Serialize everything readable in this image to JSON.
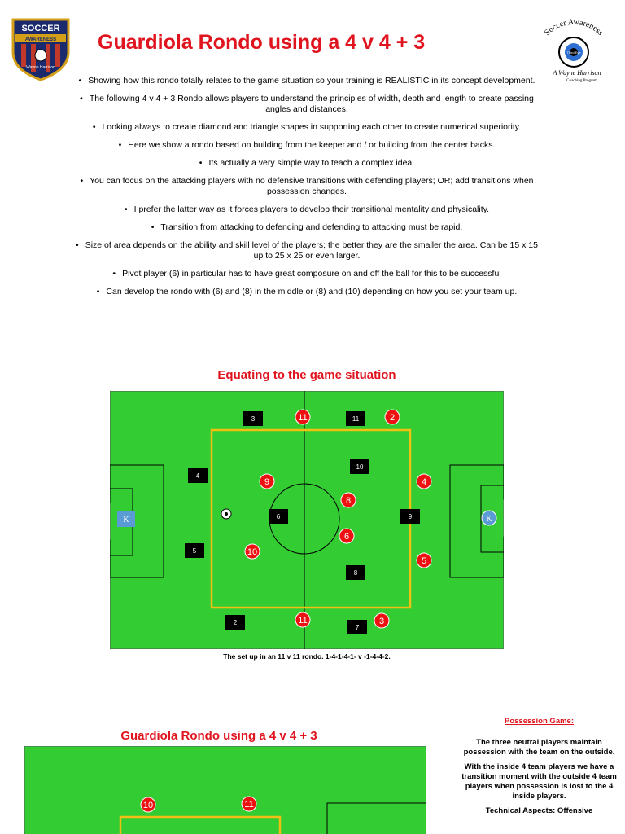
{
  "title": "Guardiola Rondo using a 4 v 4 + 3",
  "logo_left": {
    "top": "SOCCER",
    "band": "AWARENESS",
    "sub": "Wayne Harrison"
  },
  "logo_right": {
    "arc": "Soccer Awareness",
    "eye": "Third Eye",
    "sign": "A Wayne Harrison",
    "sub": "Coaching Program"
  },
  "bullets": [
    "Showing how this rondo totally relates to the game situation so your training is REALISTIC in its concept development.",
    "The following 4 v 4 + 3 Rondo allows players to understand the principles of width, depth and length to create passing angles and distances.",
    "Looking always to create diamond and triangle shapes in supporting each other to create numerical superiority.",
    "Here we show a rondo based on building from the keeper and / or building from the center backs.",
    "Its actually a very simple way to teach a complex idea.",
    "You can focus on the attacking players with no defensive transitions with defending players; OR; add transitions when possession changes.",
    "I prefer the latter way as it forces players to develop their transitional mentality and physicality.",
    "Transition from attacking to defending and defending to attacking must be rapid.",
    "Size of area depends on the ability and skill level of the players; the better they are the smaller the area. Can be 15 x 15 up to 25 x 25 or even larger.",
    "Pivot player (6) in particular has to have great composure on and off the ball for this to be successful",
    "Can develop the rondo with (6) and (8) in the middle or (8) and (10) depending on how you set your team up."
  ],
  "diagram1": {
    "title": "Equating to the game situation",
    "caption": "The set up in an 11 v 11 rondo. 1-4-1-4-1- v -1-4-4-2.",
    "black_players": [
      "3",
      "11",
      "4",
      "10",
      "6",
      "9",
      "5",
      "8",
      "2",
      "7",
      "K"
    ],
    "red_players": [
      "11",
      "2",
      "9",
      "4",
      "8",
      "6",
      "10",
      "5",
      "11",
      "3",
      "K"
    ]
  },
  "diagram2": {
    "title": "Guardiola Rondo using a 4 v 4 + 3",
    "red_players": [
      "10",
      "11"
    ]
  },
  "side": {
    "heading": "Possession Game:",
    "p1": "The three neutral players maintain possession with the team on the outside.",
    "p2": "With the inside 4 team players we have a transition moment with the outside 4 team players when possession is lost to the 4 inside players.",
    "p3": "Technical Aspects: Offensive"
  },
  "colors": {
    "title_red": "#e0141e",
    "pitch_green": "#33cc33",
    "line_yellow": "#f2c012",
    "player_red": "#ee1111",
    "keeper_blue": "#5b9bd5"
  }
}
